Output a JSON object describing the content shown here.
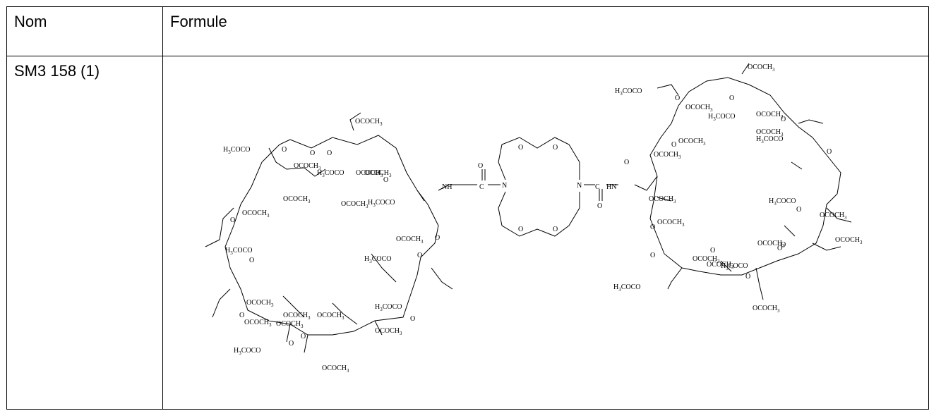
{
  "table": {
    "headers": [
      "Nom",
      "Formule"
    ],
    "rows": [
      {
        "name": "SM3 158  (1)"
      }
    ]
  },
  "structure": {
    "left_ring": {
      "labels": [
        "OCOCH3",
        "H3COCO",
        "O",
        "OCOCH3",
        "H3COCO",
        "OCOCH3",
        "O",
        "OCOCH3",
        "O",
        "OCOCH3",
        "H3COCO",
        "O",
        "OCOCH3",
        "H3COCO",
        "O",
        "OCOCH3",
        "O",
        "OCOCH3",
        "H3COCO",
        "O",
        "OCOCH3",
        "H3COCO",
        "O",
        "OCOCH3",
        "O",
        "OCOCH3",
        "OCOCH3",
        "OCOCH3",
        "O",
        "O",
        "H3COCO",
        "OCOCH3",
        "O",
        "OCOCH3"
      ]
    },
    "linker": {
      "carbonyl_left": [
        "NH",
        "C",
        "O"
      ],
      "carbonyl_right": [
        "C",
        "HN",
        "O"
      ],
      "crown": [
        "N",
        "O",
        "O",
        "O",
        "O",
        "N"
      ]
    },
    "right_ring": {
      "labels": [
        "OCOCH3",
        "H3COCO",
        "O",
        "O",
        "OCOCH3",
        "H3COCO",
        "OCOCH3",
        "O",
        "OCOCH3",
        "O",
        "OCOCH3",
        "H3COCO",
        "O",
        "OCOCH3",
        "O",
        "OCOCH3",
        "O",
        "OCOCH3",
        "H3COCO",
        "O",
        "OCOCH3",
        "OCOCH3",
        "O",
        "OCOCH3",
        "O",
        "H3COCO",
        "OCOCH3",
        "O",
        "O",
        "OCOCH3",
        "H3COCO",
        "O",
        "OCOCH3"
      ]
    }
  }
}
